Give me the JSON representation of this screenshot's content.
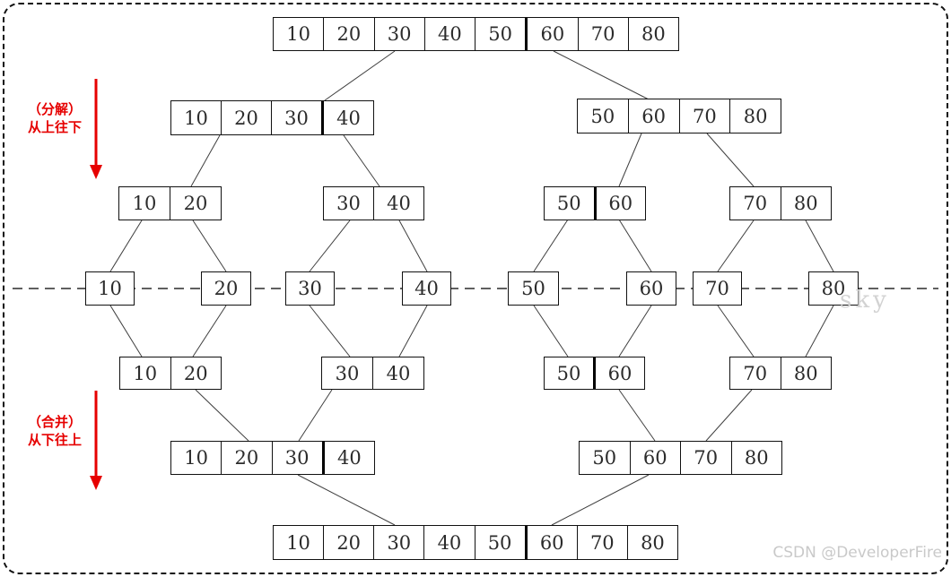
{
  "diagram": {
    "type": "merge-sort-decompose-merge-diagram",
    "phase_labels": {
      "decompose_title": "（分解）",
      "decompose_subtitle": "从上往下",
      "merge_title": "（合并）",
      "merge_subtitle": "从下往上"
    },
    "watermarks": {
      "center": "sky",
      "bottom_right": "CSDN @DeveloperFire"
    },
    "colors": {
      "accent_red": "#e60000",
      "box_border": "#111111",
      "connector_line": "#3f3f3f",
      "watermark_gray": "#cccccc",
      "background": "#ffffff"
    },
    "nodes": {
      "top": {
        "values": [
          "10",
          "20",
          "30",
          "40",
          "50",
          "60",
          "70",
          "80"
        ],
        "split_after": 4
      },
      "d2_left": {
        "values": [
          "10",
          "20",
          "30",
          "40"
        ],
        "split_after": 2
      },
      "d2_right": {
        "values": [
          "50",
          "60",
          "70",
          "80"
        ]
      },
      "d3_a": {
        "values": [
          "10",
          "20"
        ]
      },
      "d3_b": {
        "values": [
          "30",
          "40"
        ]
      },
      "d3_c": {
        "values": [
          "50",
          "60"
        ],
        "split_after": 0
      },
      "d3_d": {
        "values": [
          "70",
          "80"
        ]
      },
      "single_1": {
        "values": [
          "10"
        ]
      },
      "single_2": {
        "values": [
          "20"
        ]
      },
      "single_3": {
        "values": [
          "30"
        ]
      },
      "single_4": {
        "values": [
          "40"
        ]
      },
      "single_5": {
        "values": [
          "50"
        ]
      },
      "single_6": {
        "values": [
          "60"
        ]
      },
      "single_7": {
        "values": [
          "70"
        ]
      },
      "single_8": {
        "values": [
          "80"
        ]
      },
      "m3_a": {
        "values": [
          "10",
          "20"
        ]
      },
      "m3_b": {
        "values": [
          "30",
          "40"
        ]
      },
      "m3_c": {
        "values": [
          "50",
          "60"
        ],
        "split_after": 0
      },
      "m3_d": {
        "values": [
          "70",
          "80"
        ]
      },
      "m2_left": {
        "values": [
          "10",
          "20",
          "30",
          "40"
        ],
        "split_after": 2
      },
      "m2_right": {
        "values": [
          "50",
          "60",
          "70",
          "80"
        ]
      },
      "bottom": {
        "values": [
          "10",
          "20",
          "30",
          "40",
          "50",
          "60",
          "70",
          "80"
        ],
        "split_after": 4
      }
    }
  }
}
